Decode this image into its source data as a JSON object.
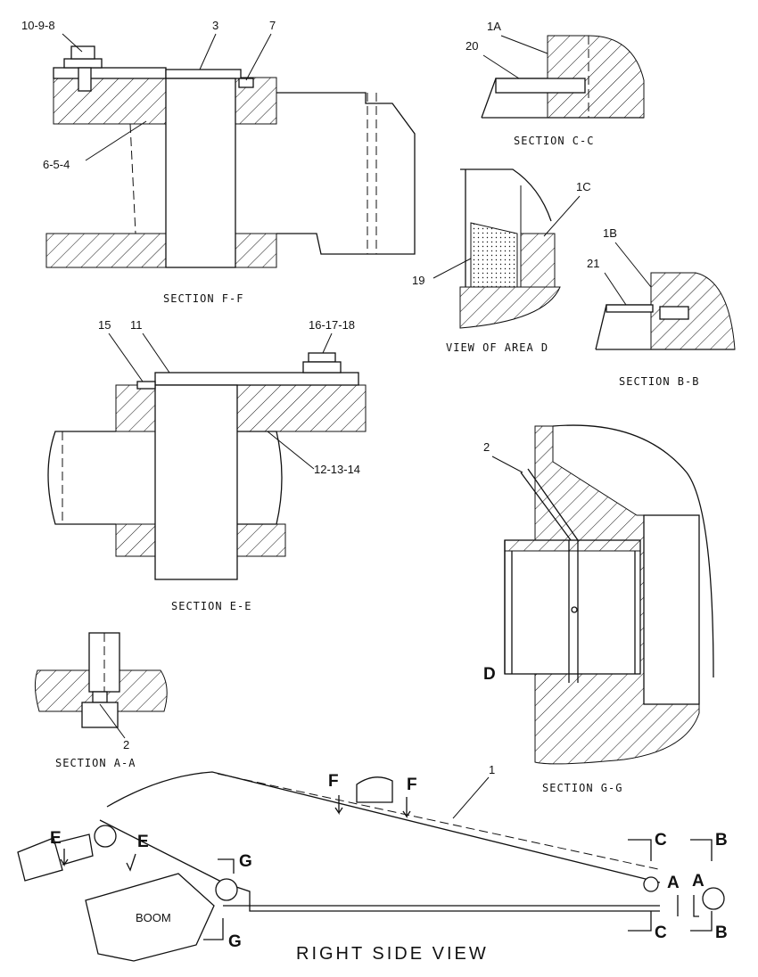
{
  "sections": {
    "ff": {
      "caption": "SECTION F-F",
      "labels": [
        "10-9-8",
        "3",
        "7",
        "6-5-4"
      ]
    },
    "cc": {
      "caption": "SECTION C-C",
      "labels": [
        "1A",
        "20"
      ]
    },
    "area_d": {
      "caption": "VIEW OF AREA D",
      "labels": [
        "1C",
        "19"
      ]
    },
    "bb": {
      "caption": "SECTION B-B",
      "labels": [
        "1B",
        "21"
      ]
    },
    "ee": {
      "caption": "SECTION E-E",
      "labels": [
        "15",
        "11",
        "16-17-18",
        "12-13-14"
      ]
    },
    "gg": {
      "caption": "SECTION G-G",
      "labels": [
        "2",
        "D"
      ]
    },
    "aa": {
      "caption": "SECTION A-A",
      "labels": [
        "2"
      ]
    }
  },
  "side_view": {
    "caption": "RIGHT SIDE VIEW",
    "part_label": "1",
    "boom_label": "BOOM",
    "markers": [
      "E",
      "E",
      "F",
      "F",
      "G",
      "G",
      "C",
      "C",
      "A",
      "A",
      "B",
      "B"
    ]
  }
}
